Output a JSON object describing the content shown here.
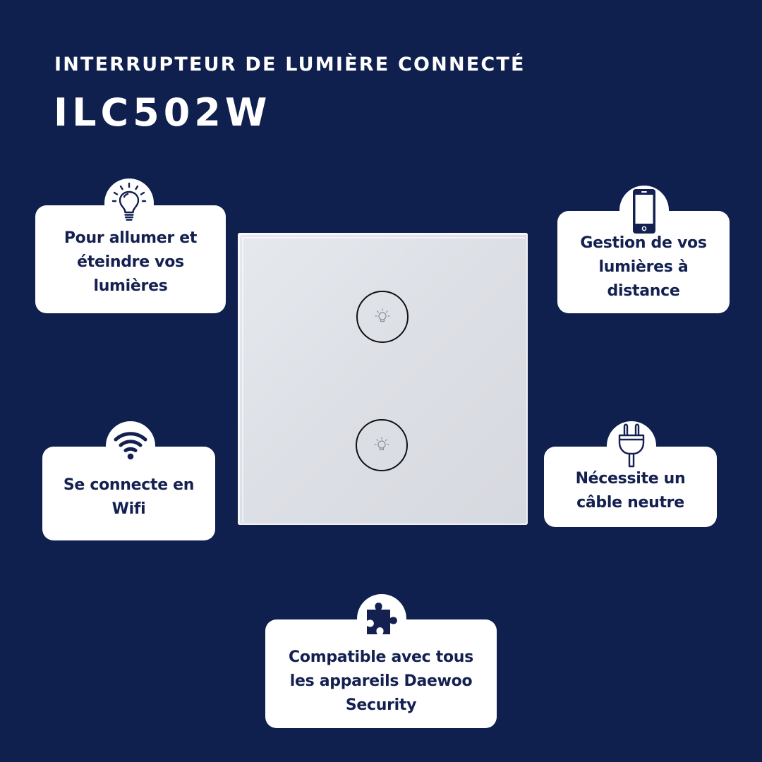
{
  "header": {
    "subtitle": "INTERRUPTEUR DE LUMIÈRE CONNECTÉ",
    "model": "ILC502W"
  },
  "colors": {
    "background": "#0f1f4e",
    "card": "#ffffff",
    "text_dark": "#132050",
    "panel": "#dfe2e7"
  },
  "product": {
    "name": "smart-light-switch-panel",
    "buttons": [
      {
        "icon": "lightbulb-icon"
      },
      {
        "icon": "lightbulb-icon"
      }
    ]
  },
  "features": [
    {
      "icon": "lightbulb-icon",
      "text": "Pour allumer et éteindre vos lumières",
      "lines": [
        "Pour allumer et",
        "éteindre vos",
        "lumières"
      ]
    },
    {
      "icon": "smartphone-icon",
      "text": "Gestion de vos lumières à distance",
      "lines": [
        "Gestion de vos",
        "lumières à",
        "distance"
      ]
    },
    {
      "icon": "wifi-icon",
      "text": "Se connecte en Wifi",
      "lines": [
        "Se connecte en",
        "Wifi"
      ]
    },
    {
      "icon": "plug-icon",
      "text": "Nécessite un câble neutre",
      "lines": [
        "Nécessite un",
        "câble neutre"
      ]
    },
    {
      "icon": "puzzle-icon",
      "text": "Compatible avec tous les appareils Daewoo Security",
      "lines": [
        "Compatible avec tous",
        "les appareils Daewoo",
        "Security"
      ]
    }
  ]
}
